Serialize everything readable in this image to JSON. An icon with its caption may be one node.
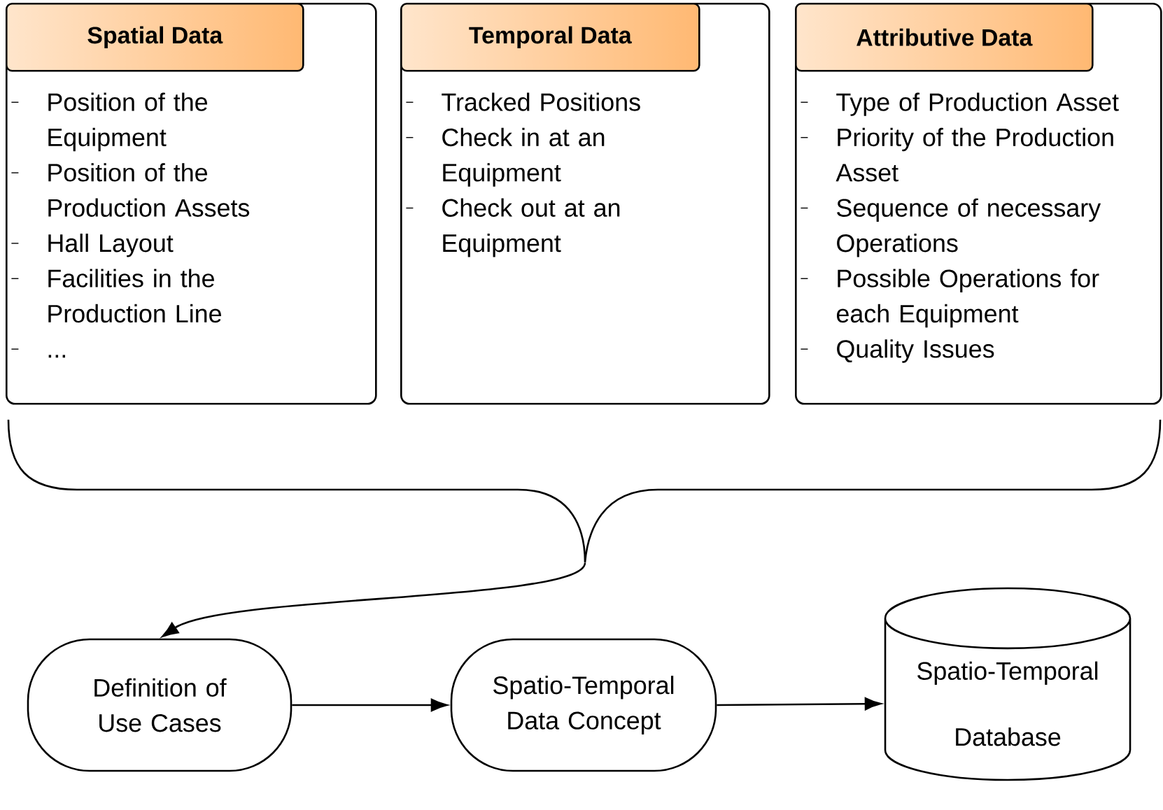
{
  "diagram": {
    "nodes": [
      {
        "text": [
          "Spatial Data",
          "Position of the Equipment",
          "Position of the Production Assets",
          "Hall Layout",
          "Facilities in the Production Line",
          "..."
        ]
      },
      {
        "text": [
          "Temporal Data",
          "Tracked Positions",
          "Check in at an Equipment",
          "Check out at an Equipment"
        ]
      },
      {
        "text": [
          "Attributive Data",
          "Type of Production Asset",
          "Priority of the Production Asset",
          "Sequence of necessary Operations",
          "Possible Operations for each Equipment",
          "Quality Issues"
        ]
      },
      {
        "text": [],
        "shape": "brace"
      },
      {
        "text": [
          "Definition of Use Cases"
        ]
      },
      {
        "text": [
          "Spatio-Temporal Data Concept"
        ]
      },
      {
        "text": [
          "Spatio-Temporal Database"
        ]
      }
    ],
    "edges": [
      {
        "from": 3,
        "to": 4,
        "arrow": "to"
      },
      {
        "from": 4,
        "to": 5,
        "arrow": "to"
      },
      {
        "from": 5,
        "to": 6,
        "arrow": "to"
      }
    ]
  }
}
